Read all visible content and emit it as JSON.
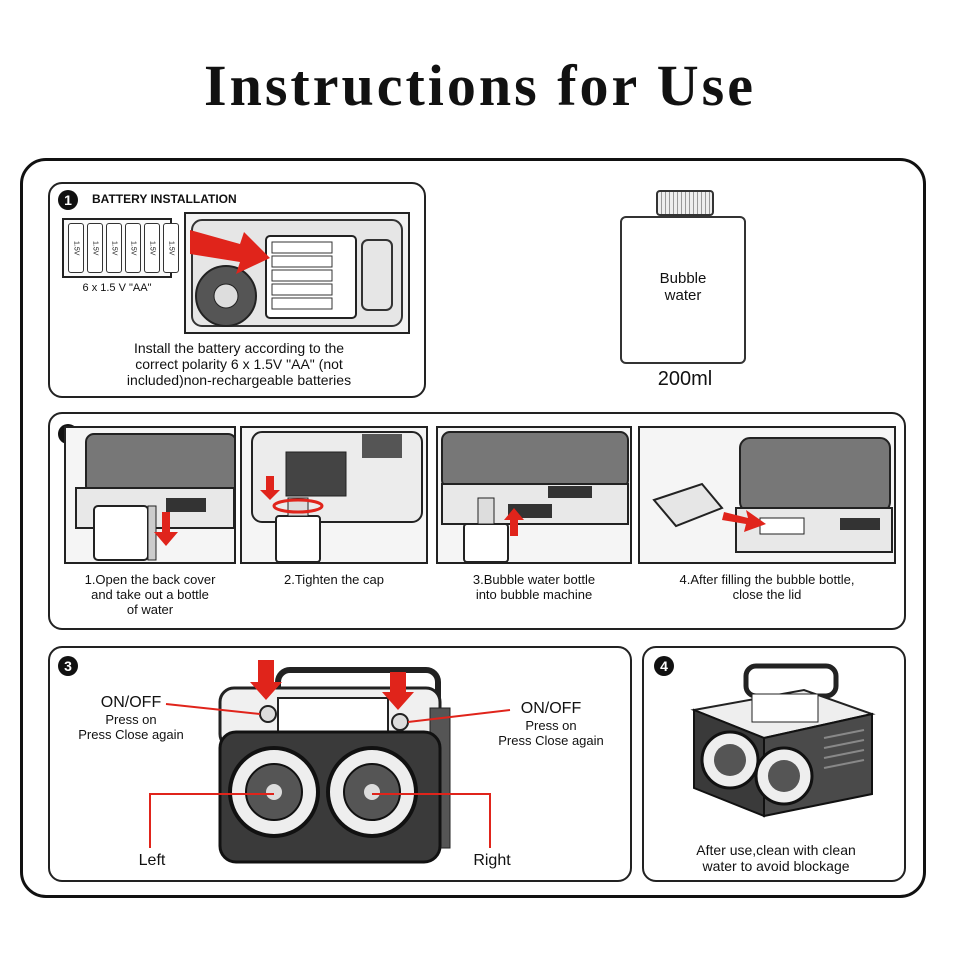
{
  "title": "Instructions for Use",
  "step1": {
    "number": "1",
    "heading": "BATTERY INSTALLATION",
    "battery_label": "1.5V",
    "battery_count_label": "6 x 1.5 V \"AA\"",
    "description_lines": [
      "Install the battery according to the",
      "correct polarity 6 x 1.5V \"AA\" (not",
      "included)non-rechargeable batteries"
    ]
  },
  "bottle": {
    "label_line1": "Bubble",
    "label_line2": "water",
    "volume": "200ml"
  },
  "step2": {
    "number": "2",
    "substeps": [
      {
        "lines": [
          "1.Open the back cover",
          "and take out a bottle",
          "of water"
        ]
      },
      {
        "lines": [
          "2.Tighten the cap"
        ]
      },
      {
        "lines": [
          "3.Bubble water bottle",
          "into bubble machine"
        ]
      },
      {
        "lines": [
          "4.After filling the bubble bottle,",
          "close the lid"
        ]
      }
    ]
  },
  "step3": {
    "number": "3",
    "left_button": {
      "title": "ON/OFF",
      "line1": "Press on",
      "line2": "Press Close again"
    },
    "right_button": {
      "title": "ON/OFF",
      "line1": "Press on",
      "line2": "Press Close again"
    },
    "left_label": "Left",
    "right_label": "Right"
  },
  "step4": {
    "number": "4",
    "lines": [
      "After use,clean with clean",
      "water to avoid blockage"
    ]
  },
  "colors": {
    "accent_red": "#e0241b",
    "ink": "#111111"
  }
}
